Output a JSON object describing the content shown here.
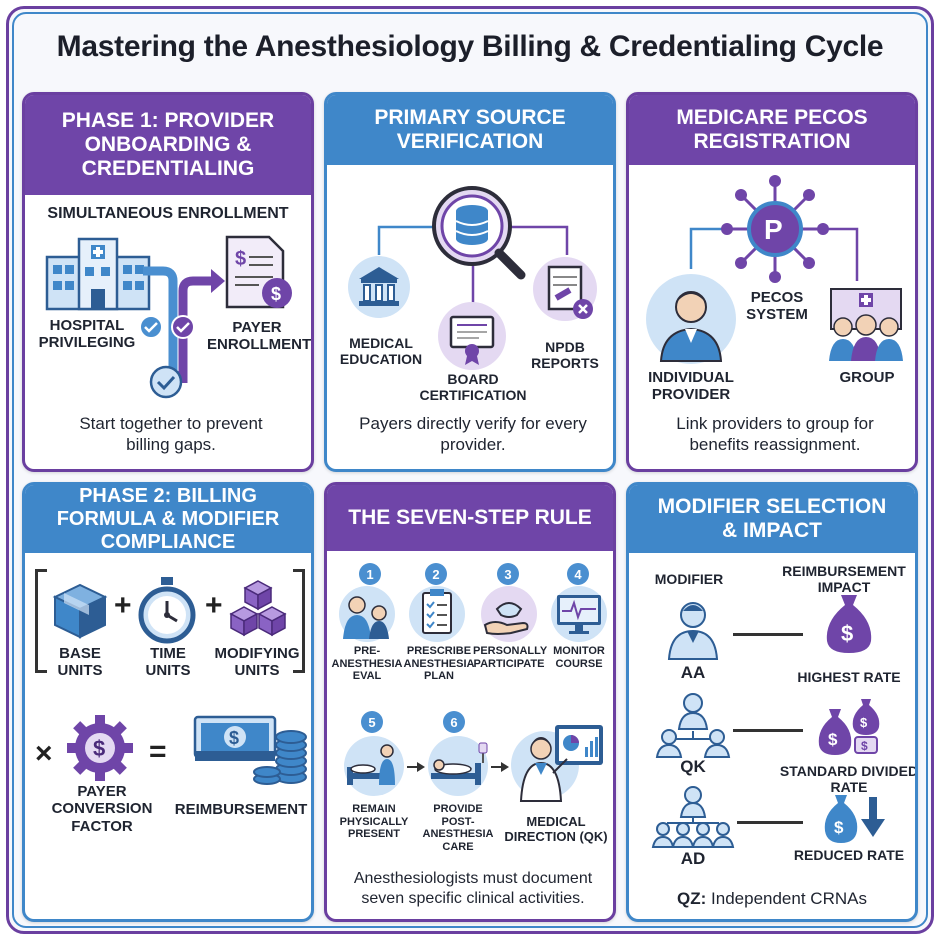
{
  "title": "Mastering the Anesthesiology Billing & Credentialing Cycle",
  "colors": {
    "purple": "#6f45a8",
    "blue": "#3f87c9",
    "light_blue": "#cfe3f6",
    "light_purple": "#e4d9f2"
  },
  "panel1": {
    "title": "PHASE 1: PROVIDER ONBOARDING & CREDENTIALING",
    "subtitle": "SIMULTANEOUS ENROLLMENT",
    "left_label": "HOSPITAL PRIVILEGING",
    "right_label": "PAYER ENROLLMENT",
    "caption": "Start together to prevent billing gaps."
  },
  "panel2": {
    "title": "PRIMARY SOURCE VERIFICATION",
    "items": [
      "MEDICAL EDUCATION",
      "BOARD CERTIFICATION",
      "NPDB REPORTS"
    ],
    "caption": "Payers directly verify for every provider."
  },
  "panel3": {
    "title": "MEDICARE PECOS REGISTRATION",
    "center_label": "PECOS SYSTEM",
    "left_label": "INDIVIDUAL PROVIDER",
    "right_label": "GROUP",
    "caption": "Link providers to group for benefits reassignment."
  },
  "panel4": {
    "title": "PHASE 2: BILLING FORMULA & MODIFIER COMPLIANCE",
    "base_label": "BASE UNITS",
    "time_label": "TIME UNITS",
    "modifying_label": "MODIFYING UNITS",
    "factor_label": "PAYER CONVERSION FACTOR",
    "result_label": "REIMBURSEMENT",
    "plus": "+",
    "times": "×",
    "equals": "="
  },
  "panel5": {
    "title": "THE SEVEN-STEP RULE",
    "steps": [
      {
        "num": "1",
        "label": "PRE-ANESTHESIA EVAL"
      },
      {
        "num": "2",
        "label": "PRESCRIBE ANESTHESIA PLAN"
      },
      {
        "num": "3",
        "label": "PERSONALLY PARTICIPATE"
      },
      {
        "num": "4",
        "label": "MONITOR COURSE"
      },
      {
        "num": "5",
        "label": "REMAIN PHYSICALLY PRESENT"
      },
      {
        "num": "6",
        "label": "PROVIDE POST-ANESTHESIA CARE"
      }
    ],
    "final_label": "MEDICAL DIRECTION (QK)",
    "caption": "Anesthesiologists must document seven specific clinical activities."
  },
  "panel6": {
    "title": "MODIFIER SELECTION & IMPACT",
    "col_modifier": "MODIFIER",
    "col_impact": "REIMBURSEMENT IMPACT",
    "rows": [
      {
        "code": "AA",
        "impact": "HIGHEST RATE"
      },
      {
        "code": "QK",
        "impact": "STANDARD DIVIDED RATE"
      },
      {
        "code": "AD",
        "impact": "REDUCED RATE"
      }
    ],
    "footer_code": "QZ:",
    "footer_text": "Independent CRNAs"
  }
}
